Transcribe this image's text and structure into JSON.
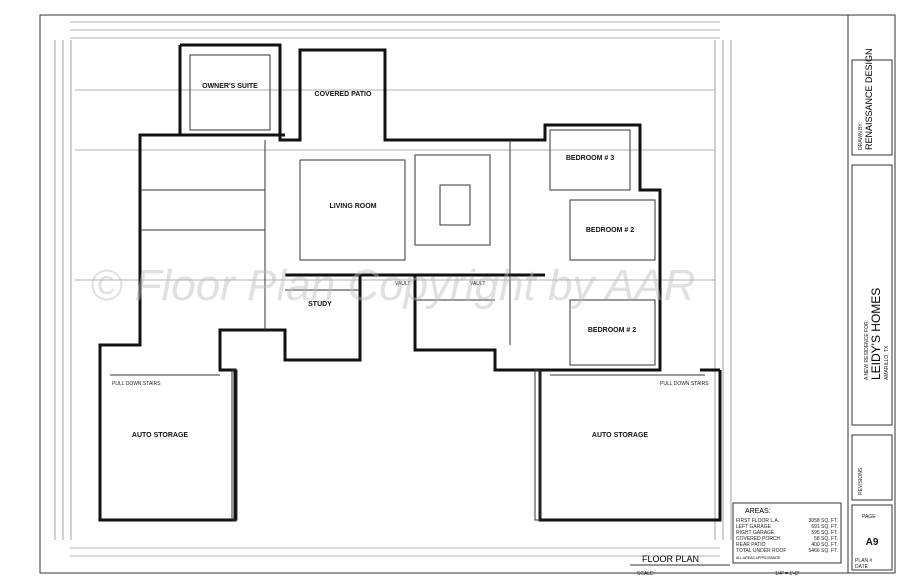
{
  "rooms": {
    "owners_suite": "OWNER'S SUITE",
    "covered_patio": "COVERED PATIO",
    "living_room": "LIVING ROOM",
    "bedroom3": "BEDROOM # 3",
    "bedroom2": "BEDROOM # 2",
    "bedroom1": "BEDROOM # 2",
    "study": "STUDY",
    "auto_storage_left": "AUTO STORAGE",
    "auto_storage_right": "AUTO STORAGE",
    "pull_down_left": "PULL DOWN STAIRS",
    "pull_down_right": "PULL DOWN STAIRS",
    "vault1": "VAULT",
    "vault2": "VAULT"
  },
  "watermark": "© Floor Plan Copyright by AAR",
  "title_block": {
    "drawn_by": "DRAWN BY:",
    "firm": "RENAISSANCE DESIGN",
    "new_residence": "A NEW RESIDENCE FOR:",
    "client": "LEIDY'S HOMES",
    "address": "AMARILLO, TX",
    "revisions": "REVISIONS:",
    "page_label": "PAGE",
    "page": "A9",
    "plan": "PLAN #",
    "date": "DATE"
  },
  "areas": {
    "title": "AREAS:",
    "rows": [
      {
        "label": "FIRST FLOOR L.A.",
        "value": "3058 SQ. FT."
      },
      {
        "label": "LEFT GARAGE",
        "value": "691 SQ. FT."
      },
      {
        "label": "RIGHT GARAGE",
        "value": "595 SQ. FT."
      },
      {
        "label": "COVERED PORCH",
        "value": "58 SQ. FT."
      },
      {
        "label": "REAR PATIO",
        "value": "400 SQ. FT."
      },
      {
        "label": "TOTAL UNDER ROOF",
        "value": "5466 SQ. FT."
      }
    ],
    "note": "ALL AREAS APPROXIMATE"
  },
  "footer": {
    "title": "FLOOR PLAN",
    "scale_label": "SCALE:",
    "scale": "1/4\" = 1'-0\""
  }
}
